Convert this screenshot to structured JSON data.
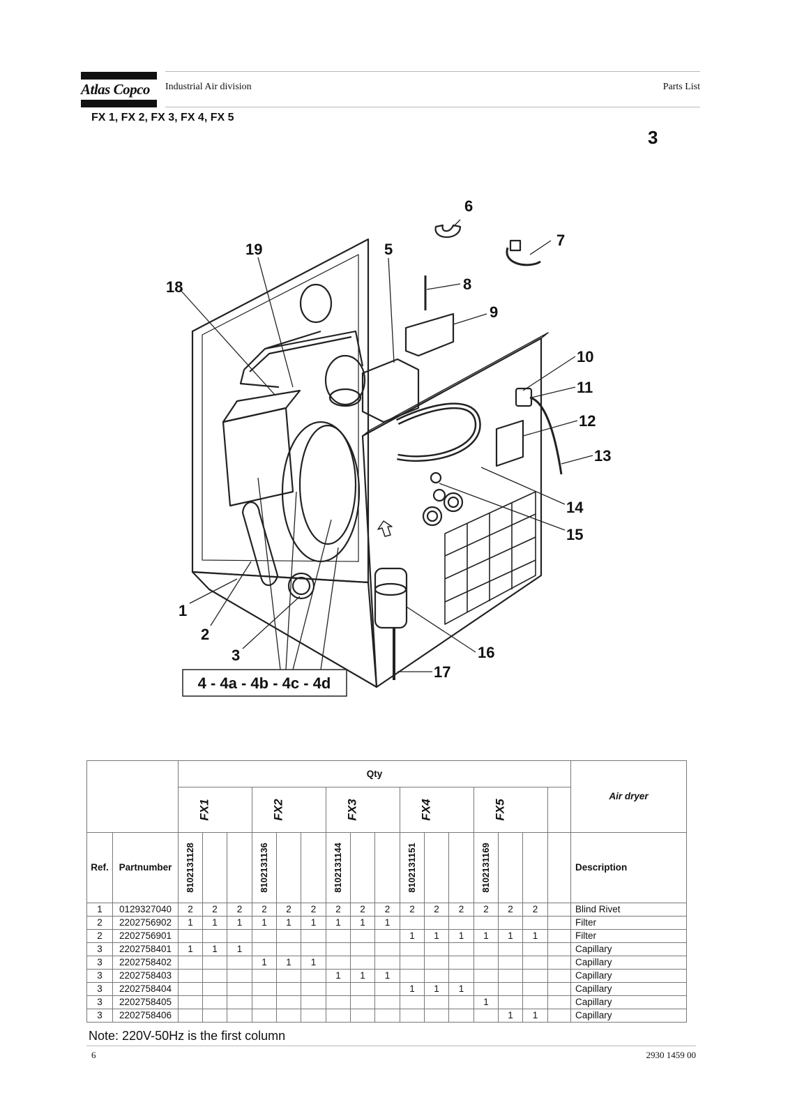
{
  "header": {
    "logo": "Atlas Copco",
    "division": "Industrial Air division",
    "doc_type": "Parts List",
    "models": "FX 1, FX 2, FX 3, FX 4, FX 5",
    "section_number": "3"
  },
  "diagram": {
    "callouts": [
      "1",
      "2",
      "3",
      "5",
      "6",
      "7",
      "8",
      "9",
      "10",
      "11",
      "12",
      "13",
      "14",
      "15",
      "16",
      "17",
      "18",
      "19"
    ],
    "group_label": "4 - 4a - 4b - 4c - 4d"
  },
  "table": {
    "qty_label": "Qty",
    "title": "Air dryer",
    "models": [
      "FX1",
      "FX2",
      "FX3",
      "FX4",
      "FX5"
    ],
    "model_numbers": [
      "8102131128",
      "8102131136",
      "8102131144",
      "8102131151",
      "8102131169"
    ],
    "col_ref": "Ref.",
    "col_partnumber": "Partnumber",
    "col_description": "Description",
    "rows": [
      {
        "ref": "1",
        "part": "0129327040",
        "q": [
          "2",
          "2",
          "2",
          "2",
          "2",
          "2",
          "2",
          "2",
          "2",
          "2",
          "2",
          "2",
          "2",
          "2",
          "2"
        ],
        "desc": "Blind Rivet"
      },
      {
        "ref": "2",
        "part": "2202756902",
        "q": [
          "1",
          "1",
          "1",
          "1",
          "1",
          "1",
          "1",
          "1",
          "1",
          "",
          "",
          "",
          "",
          "",
          ""
        ],
        "desc": "Filter"
      },
      {
        "ref": "2",
        "part": "2202756901",
        "q": [
          "",
          "",
          "",
          "",
          "",
          "",
          "",
          "",
          "",
          "1",
          "1",
          "1",
          "1",
          "1",
          "1"
        ],
        "desc": "Filter"
      },
      {
        "ref": "3",
        "part": "2202758401",
        "q": [
          "1",
          "1",
          "1",
          "",
          "",
          "",
          "",
          "",
          "",
          "",
          "",
          "",
          "",
          "",
          ""
        ],
        "desc": "Capillary"
      },
      {
        "ref": "3",
        "part": "2202758402",
        "q": [
          "",
          "",
          "",
          "1",
          "1",
          "1",
          "",
          "",
          "",
          "",
          "",
          "",
          "",
          "",
          ""
        ],
        "desc": "Capillary"
      },
      {
        "ref": "3",
        "part": "2202758403",
        "q": [
          "",
          "",
          "",
          "",
          "",
          "",
          "1",
          "1",
          "1",
          "",
          "",
          "",
          "",
          "",
          ""
        ],
        "desc": "Capillary"
      },
      {
        "ref": "3",
        "part": "2202758404",
        "q": [
          "",
          "",
          "",
          "",
          "",
          "",
          "",
          "",
          "",
          "1",
          "1",
          "1",
          "",
          "",
          ""
        ],
        "desc": "Capillary"
      },
      {
        "ref": "3",
        "part": "2202758405",
        "q": [
          "",
          "",
          "",
          "",
          "",
          "",
          "",
          "",
          "",
          "",
          "",
          "",
          "1",
          "",
          ""
        ],
        "desc": "Capillary"
      },
      {
        "ref": "3",
        "part": "2202758406",
        "q": [
          "",
          "",
          "",
          "",
          "",
          "",
          "",
          "",
          "",
          "",
          "",
          "",
          "",
          "1",
          "1"
        ],
        "desc": "Capillary"
      }
    ]
  },
  "note": "Note: 220V-50Hz is the first column",
  "footer": {
    "page": "6",
    "doc_number": "2930 1459 00"
  }
}
